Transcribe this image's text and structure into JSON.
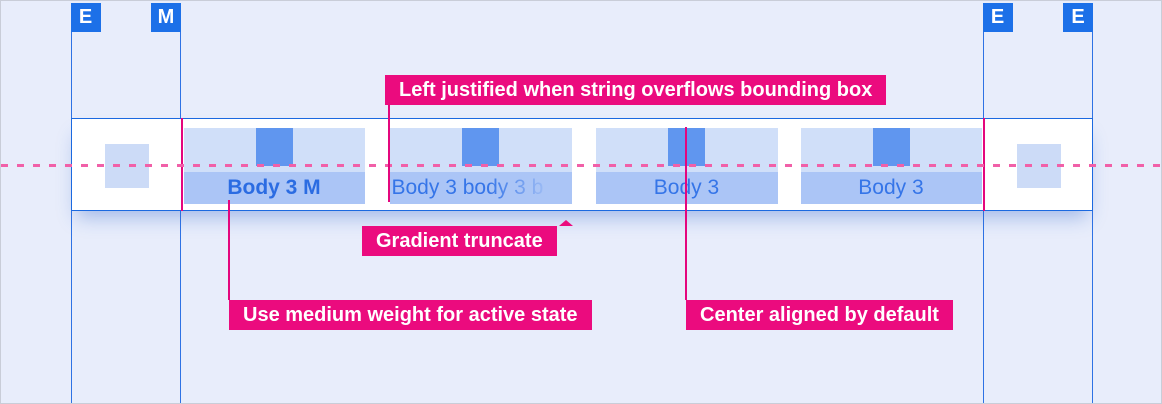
{
  "canvas": {
    "description": "Design-spec diagram of a tab bar showing alignment, truncation and active-state rules",
    "background": "#e8edfb"
  },
  "markers": [
    {
      "label": "E"
    },
    {
      "label": "M"
    },
    {
      "label": "E"
    },
    {
      "label": "E"
    }
  ],
  "tabs": [
    {
      "label": "Body 3 M",
      "align": "center",
      "weight": "medium",
      "active": true
    },
    {
      "label": "Body 3 body 3 b",
      "align": "left",
      "truncated": "gradient"
    },
    {
      "label": "Body 3",
      "align": "center"
    },
    {
      "label": "Body 3",
      "align": "center"
    }
  ],
  "annotations": {
    "overflow": {
      "text": "Left justified when string overflows bounding box"
    },
    "gradient": {
      "text": "Gradient truncate"
    },
    "medium": {
      "text": "Use medium weight for active state"
    },
    "center": {
      "text": "Center aligned by default"
    }
  },
  "colors": {
    "background": "#e8edfb",
    "grid_line_blue": "#2e72e4",
    "badge_blue": "#1c70e8",
    "band_border": "#1b69e0",
    "tab_fill": "#d0dff9",
    "text_box_fill": "#abc5f6",
    "spacer_square": "#6096ef",
    "side_square": "#ccdbf7",
    "tab_text": "#3575e8",
    "active_tab_text": "#2b6ce2",
    "callout_magenta": "#eb0b7e",
    "dash_pink": "#f160a8"
  }
}
